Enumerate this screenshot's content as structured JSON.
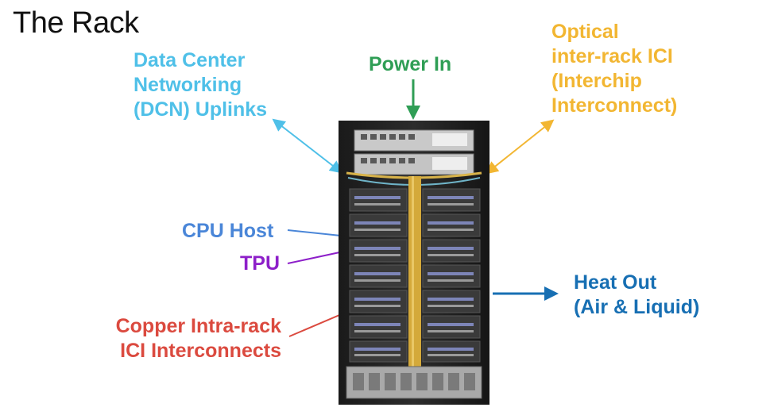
{
  "title": "The Rack",
  "colors": {
    "dcn": "#4fc0e8",
    "power": "#2f9e55",
    "ici": "#f2b632",
    "cpu": "#4a86d8",
    "tpu": "#8d1fc9",
    "copper": "#db4a3f",
    "heat": "#176fb3"
  },
  "labels": {
    "dcn": [
      "Data Center",
      "Networking",
      "(DCN) Uplinks"
    ],
    "power": [
      "Power In"
    ],
    "ici": [
      "Optical",
      "inter-rack ICI",
      "(Interchip",
      "Interconnect)"
    ],
    "cpu": [
      "CPU Host"
    ],
    "tpu": [
      "TPU"
    ],
    "heat": [
      "Heat Out",
      "(Air & Liquid)"
    ],
    "copper": [
      "Copper Intra-rack",
      "ICI Interconnects"
    ]
  }
}
